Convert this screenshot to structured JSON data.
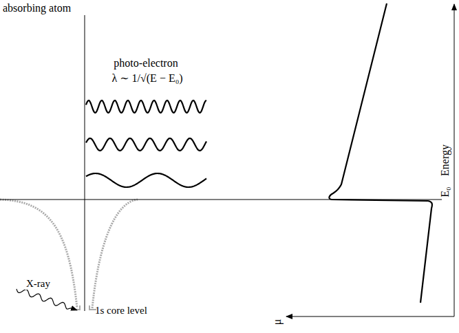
{
  "diagram": {
    "labels": [
      "absorbing atom",
      "photo-electron",
      "λ ∼ 1/√(E − E₀)",
      "X-ray",
      "1s core level",
      "E₀",
      "Energy",
      "μ"
    ]
  }
}
